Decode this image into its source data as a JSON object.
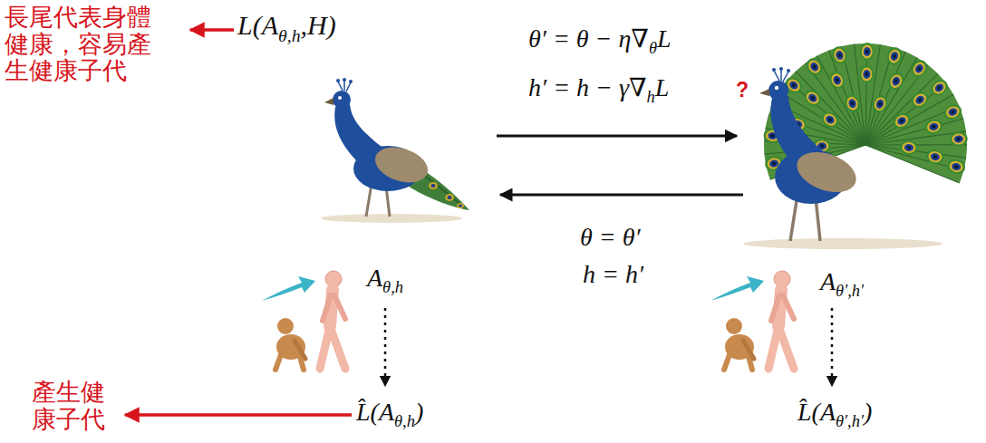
{
  "diagram": {
    "labels": [
      "長尾代表身體健康，容易產生健康子代",
      "L(A",
      "θ,h",
      ",H)",
      "θ′ = θ − η∇",
      "θ",
      "L",
      "h′ = h − γ∇",
      "h",
      "L",
      "?",
      "θ = θ′",
      "h = h′",
      "A",
      "θ,h",
      "L̂(A",
      "θ,h",
      ")",
      "A",
      "θ′,h′",
      "L̂(A",
      "θ′,h′",
      ")",
      "產生健康子代"
    ]
  }
}
